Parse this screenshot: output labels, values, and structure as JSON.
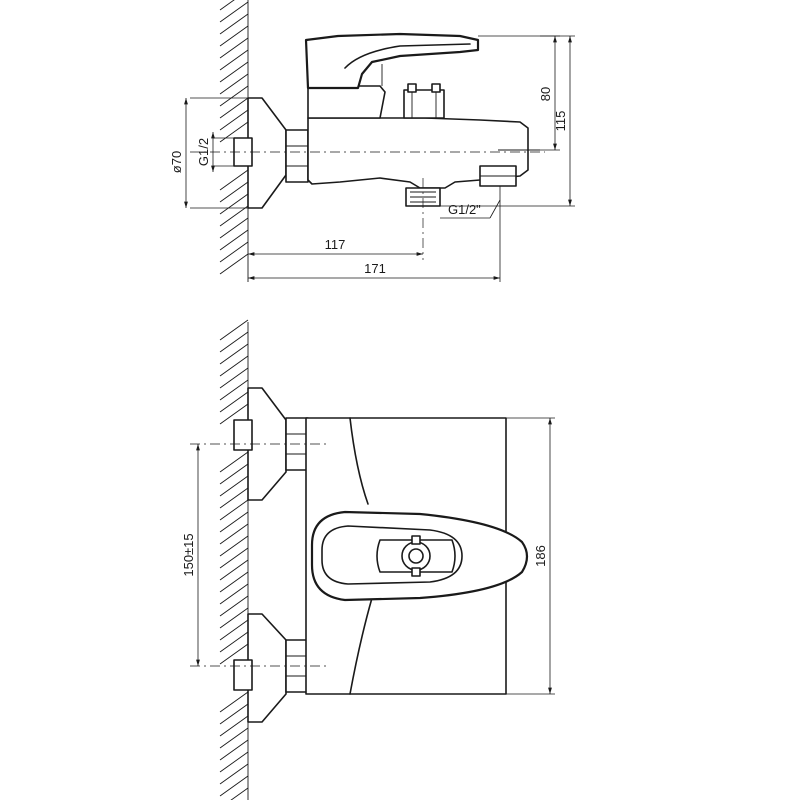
{
  "labels": {
    "dia_70": "ø70",
    "thread_g12_left": "G1/2",
    "thread_g12_outlet": "G1/2\"",
    "dim_80": "80",
    "dim_115": "115",
    "dim_117": "117",
    "dim_171": "171",
    "dim_150": "150±15",
    "dim_186": "186"
  }
}
